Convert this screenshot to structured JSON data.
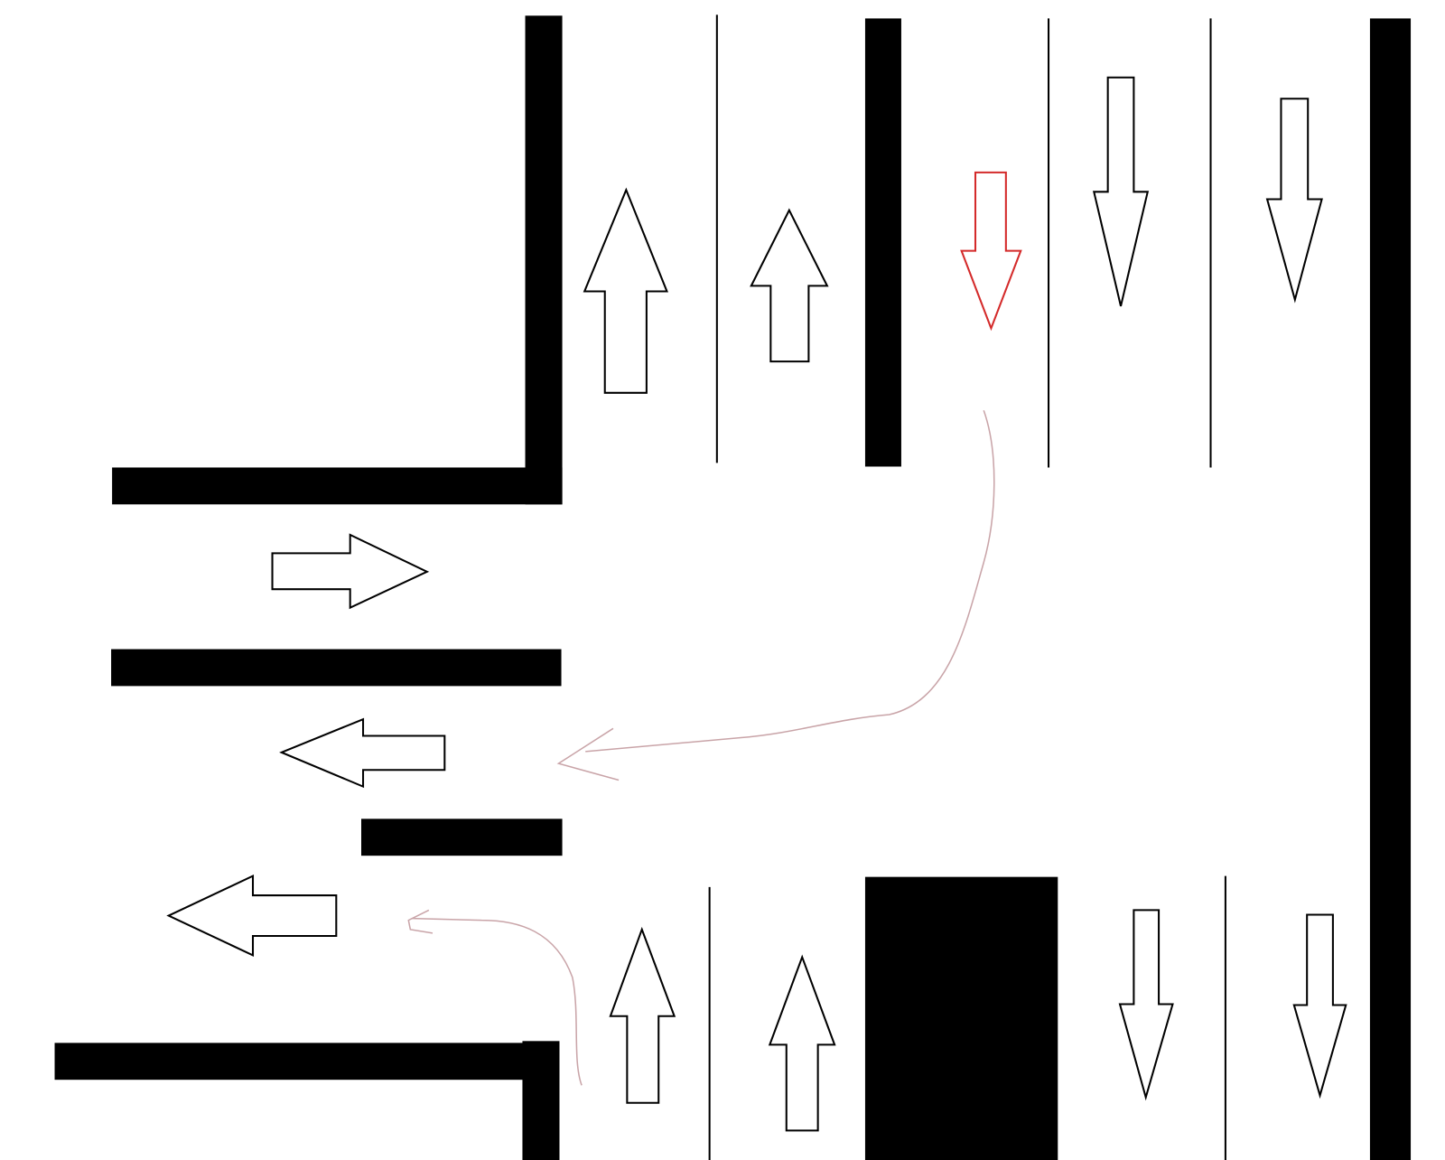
{
  "diagram": {
    "type": "road-intersection-lane-diagram",
    "colors": {
      "background": "#ffffff",
      "road_marking": "#000000",
      "highlighted_arrow": "#d42a2a",
      "turn_path": "#c9a4a8"
    },
    "arrows": [
      {
        "id": "north-lane-1",
        "direction": "up"
      },
      {
        "id": "north-lane-2",
        "direction": "up"
      },
      {
        "id": "north-lane-3",
        "direction": "down",
        "highlighted": true
      },
      {
        "id": "north-lane-4",
        "direction": "down"
      },
      {
        "id": "north-lane-5",
        "direction": "down"
      },
      {
        "id": "west-lane-1",
        "direction": "right"
      },
      {
        "id": "west-lane-2",
        "direction": "left"
      },
      {
        "id": "west-lane-3",
        "direction": "left"
      },
      {
        "id": "south-lane-1",
        "direction": "up"
      },
      {
        "id": "south-lane-2",
        "direction": "up"
      },
      {
        "id": "south-lane-3",
        "direction": "down"
      },
      {
        "id": "south-lane-4",
        "direction": "down"
      }
    ],
    "turn_paths": [
      {
        "id": "red-lane-left-turn",
        "from": "north-lane-3",
        "to": "west-lane-2"
      },
      {
        "id": "south-right-turn",
        "from": "south-lane-1",
        "to": "west-lane-3"
      }
    ]
  }
}
